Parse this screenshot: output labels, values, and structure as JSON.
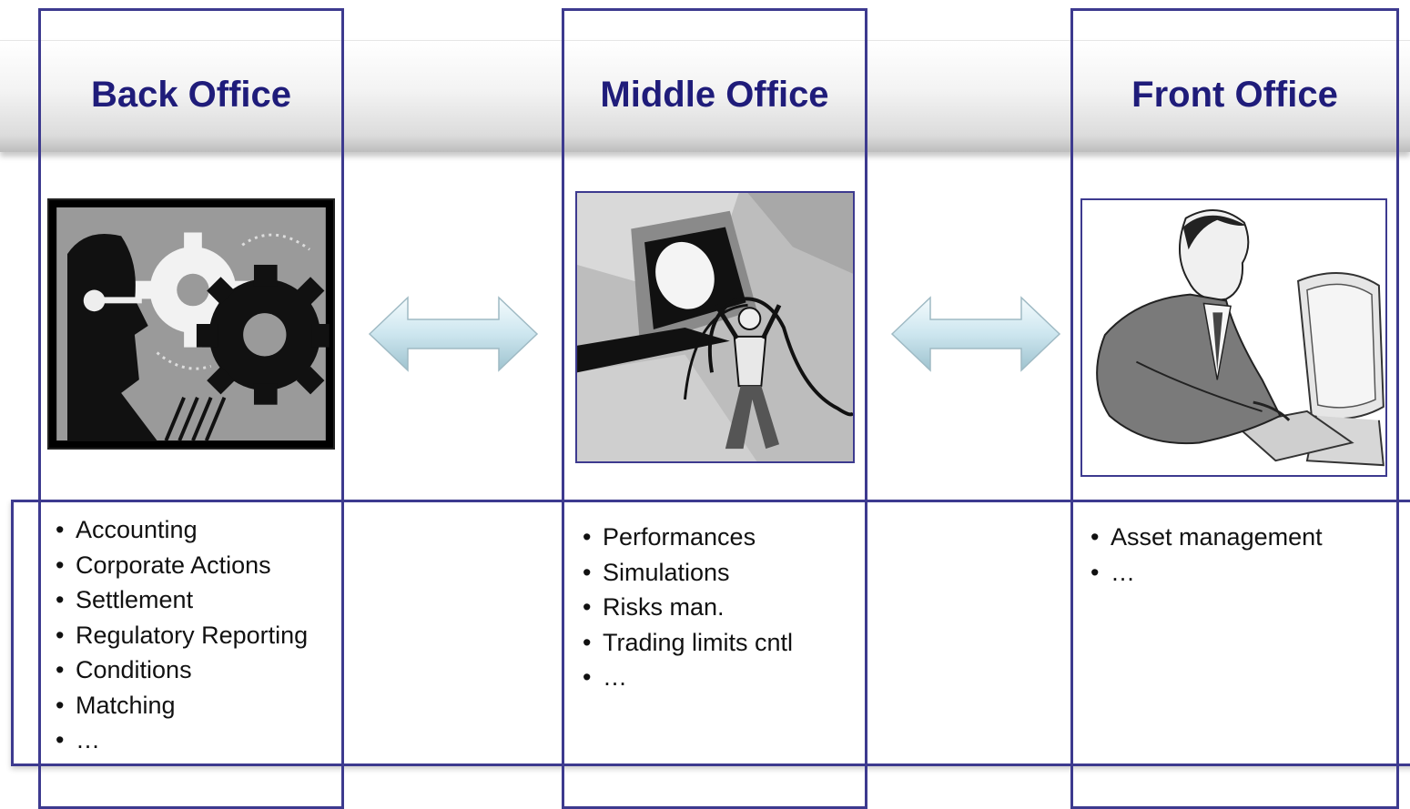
{
  "columns": [
    {
      "title": "Back Office",
      "icon": "gears-businessman-icon",
      "items": [
        "Accounting",
        "Corporate Actions",
        "Settlement",
        "Regulatory Reporting",
        "Conditions",
        "Matching",
        "…"
      ]
    },
    {
      "title": "Middle Office",
      "icon": "person-computer-clipart-icon",
      "items": [
        "Performances",
        "Simulations",
        "Risks man.",
        "Trading limits cntl",
        "…"
      ]
    },
    {
      "title": "Front Office",
      "icon": "man-at-computer-icon",
      "items": [
        "Asset management",
        "…"
      ]
    }
  ],
  "connectors": [
    "double-arrow-icon",
    "double-arrow-icon"
  ],
  "colors": {
    "frame": "#3d3a8f",
    "title": "#1f1c7a",
    "arrow_fill": "#d6ecf3"
  }
}
